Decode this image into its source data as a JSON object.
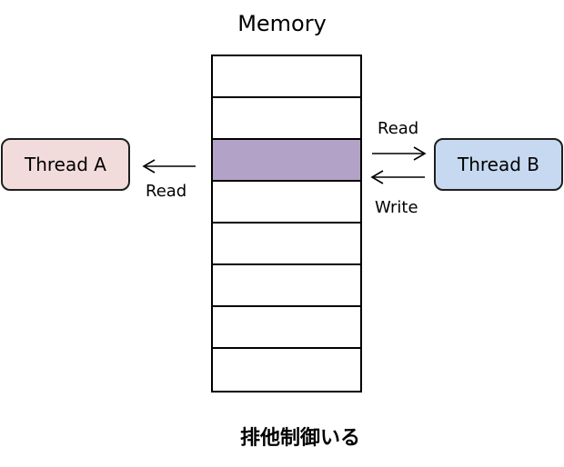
{
  "memory": {
    "title": "Memory",
    "cell_count": 8,
    "highlighted_cell_index": 2,
    "highlight_color": "#b3a2c7"
  },
  "thread_a": {
    "label": "Thread A",
    "fill_color": "#f2dcdb"
  },
  "thread_b": {
    "label": "Thread B",
    "fill_color": "#c6d9f1"
  },
  "arrows": {
    "thread_a_read": "Read",
    "thread_b_read": "Read",
    "thread_b_write": "Write"
  },
  "caption": "排他制御いる"
}
